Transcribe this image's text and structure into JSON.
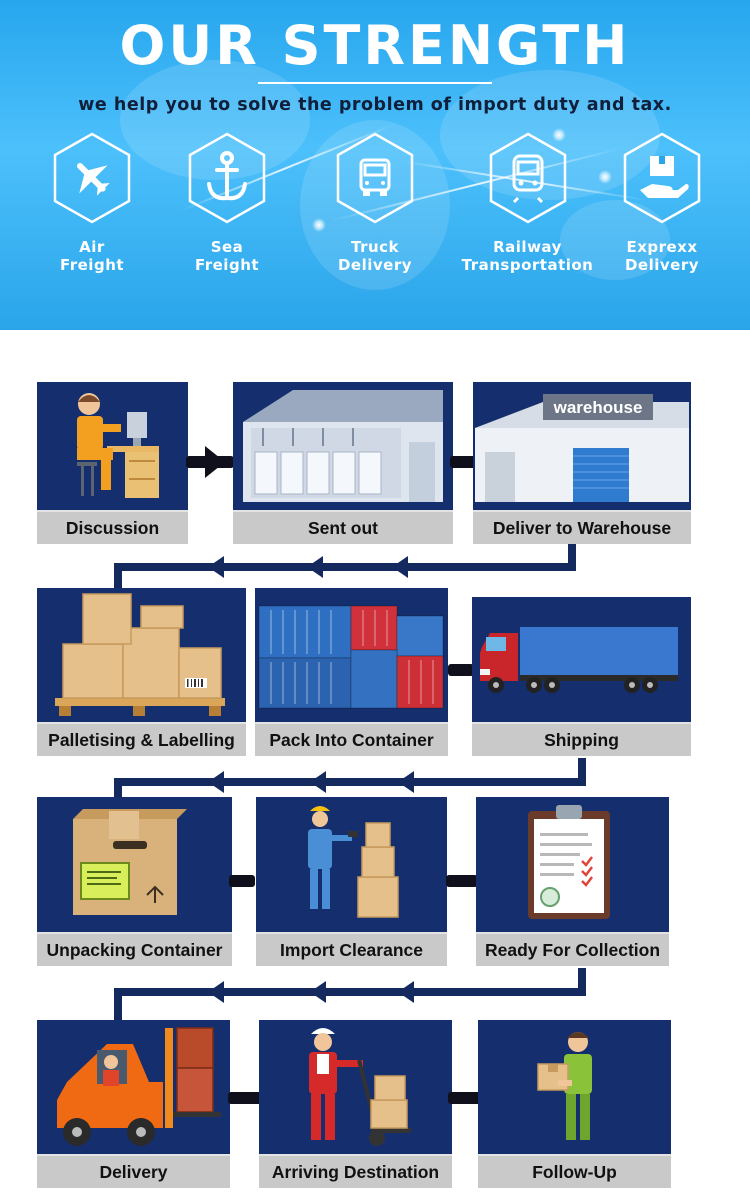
{
  "hero": {
    "title": "OUR STRENGTH",
    "subtitle": "we help you to solve the problem of import duty and tax."
  },
  "services": [
    {
      "line1": "Air",
      "line2": "Freight",
      "icon": "airplane-icon"
    },
    {
      "line1": "Sea",
      "line2": "Freight",
      "icon": "anchor-icon"
    },
    {
      "line1": "Truck",
      "line2": "Delivery",
      "icon": "truck-icon"
    },
    {
      "line1": "Railway",
      "line2": "Transportation",
      "icon": "train-icon"
    },
    {
      "line1": "Exprexx",
      "line2": "Delivery",
      "icon": "package-hand-icon"
    }
  ],
  "steps": [
    {
      "label": "Discussion",
      "icon": "operator-at-desk-icon"
    },
    {
      "label": "Sent out",
      "icon": "factory-building-icon"
    },
    {
      "label": "Deliver to Warehouse",
      "icon": "warehouse-icon"
    },
    {
      "label": "Palletising & Labelling",
      "icon": "boxes-on-pallet-icon"
    },
    {
      "label": "Pack Into Container",
      "icon": "shipping-containers-icon"
    },
    {
      "label": "Shipping",
      "icon": "truck-icon"
    },
    {
      "label": "Unpacking Container",
      "icon": "open-box-icon"
    },
    {
      "label": "Import Clearance",
      "icon": "worker-scanning-boxes-icon"
    },
    {
      "label": "Ready For Collection",
      "icon": "clipboard-checklist-icon"
    },
    {
      "label": "Delivery",
      "icon": "forklift-icon"
    },
    {
      "label": "Arriving Destination",
      "icon": "hand-truck-worker-icon"
    },
    {
      "label": "Follow-Up",
      "icon": "courier-with-box-icon"
    }
  ],
  "colors": {
    "hero_blue": "#2aa5ea",
    "card_navy": "#152e6d",
    "label_gray": "#c9c9c9",
    "flow_line": "#142a5e"
  },
  "warehouse_sign": "warehouse"
}
